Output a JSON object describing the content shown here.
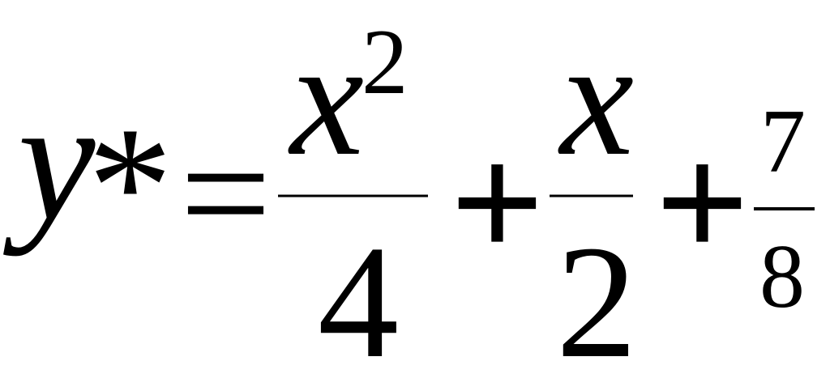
{
  "equation": {
    "lhs": {
      "var": "y",
      "star": "*"
    },
    "eq": "=",
    "term1": {
      "num_var": "x",
      "num_exp": "2",
      "den": "4"
    },
    "plus1": "+",
    "term2": {
      "num": "x",
      "den": "2"
    },
    "plus2": "+",
    "term3": {
      "num": "7",
      "den": "8"
    }
  }
}
